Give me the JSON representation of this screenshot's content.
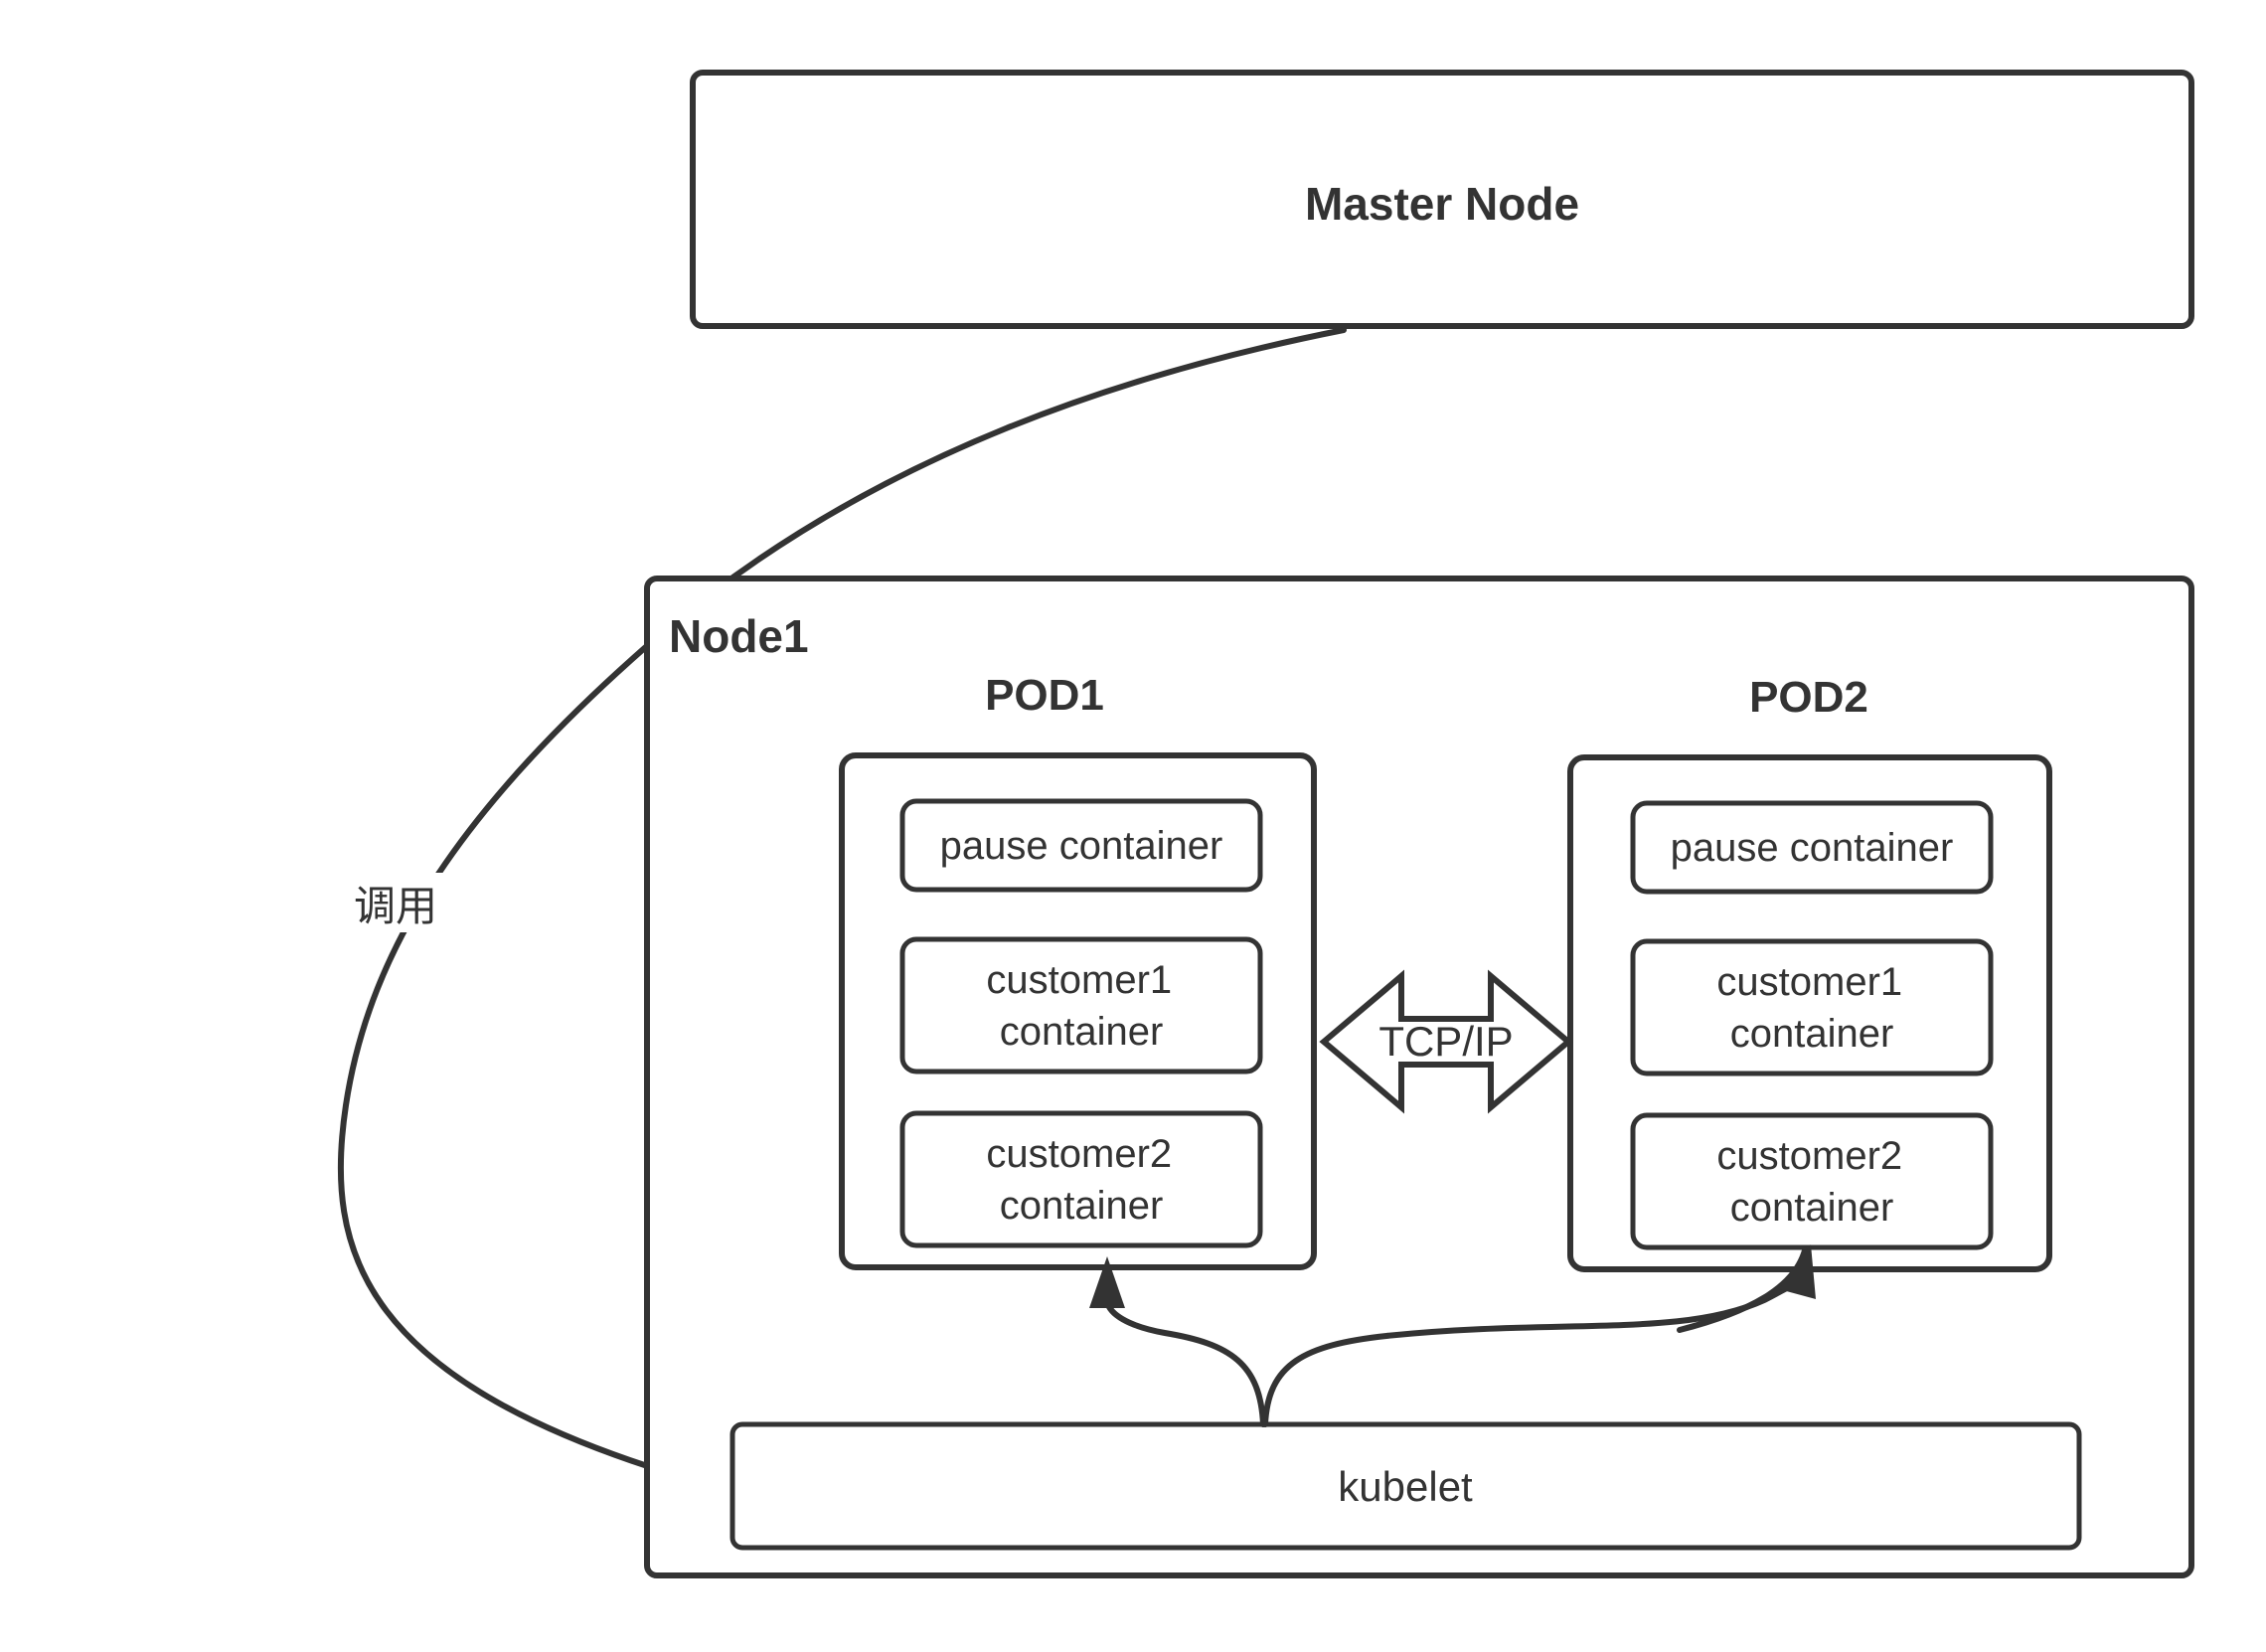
{
  "diagram": {
    "title_note": "Kubernetes master/node pod architecture diagram",
    "colors": {
      "stroke": "#333333",
      "background": "#ffffff"
    },
    "master_node": {
      "label": "Master Node"
    },
    "node1": {
      "label": "Node1"
    },
    "pods": [
      {
        "label": "POD1",
        "containers": [
          {
            "line1": "pause container",
            "line2": ""
          },
          {
            "line1": "customer1",
            "line2": "container"
          },
          {
            "line1": "customer2",
            "line2": "container"
          }
        ]
      },
      {
        "label": "POD2",
        "containers": [
          {
            "line1": "pause container",
            "line2": ""
          },
          {
            "line1": "customer1",
            "line2": "container"
          },
          {
            "line1": "customer2",
            "line2": "container"
          }
        ]
      }
    ],
    "kubelet": {
      "label": "kubelet"
    },
    "arrows": {
      "call_label": "调用",
      "tcp_label": "TCP/IP"
    }
  }
}
